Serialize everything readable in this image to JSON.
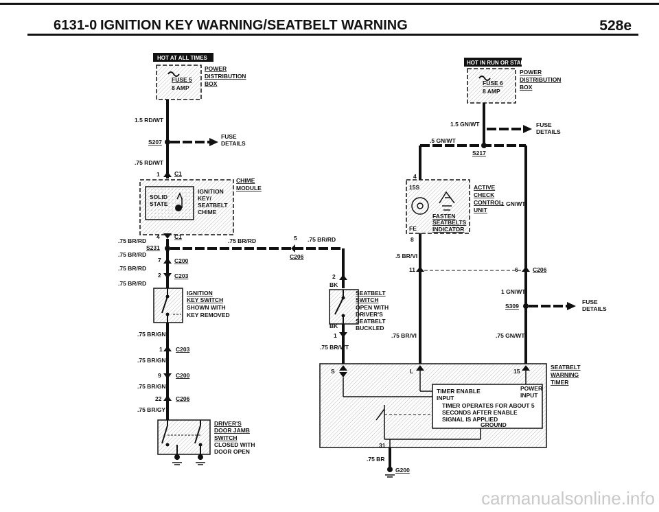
{
  "header": {
    "code": "6131-0",
    "title": "IGNITION KEY WARNING/SEATBELT WARNING",
    "model": "528e"
  },
  "labels": {
    "hot_always": "HOT AT ALL TIMES",
    "hot_run": "HOT IN RUN OR START",
    "fuse5": "FUSE 5",
    "fuse5_amp": "8 AMP",
    "fuse6": "FUSE 6",
    "fuse6_amp": "8 AMP",
    "power": "POWER",
    "distribution": "DISTRIBUTION",
    "box": "BOX",
    "w_15rdwt": "1.5 RD/WT",
    "s207": "S207",
    "fuse_details": "FUSE",
    "details": "DETAILS",
    "w_75rdwt": ".75 RD/WT",
    "pin1": "1",
    "c1": "C1",
    "chime": "CHIME",
    "module": "MODULE",
    "solid": "SOLID",
    "state": "STATE",
    "ign1": "IGNITION",
    "ign2": "KEY/",
    "ign3": "SEATBELT",
    "ign4": "CHIME",
    "pin4": "4",
    "c1b": "C1",
    "w_75brrd_a": ".75 BR/RD",
    "s231": "S231",
    "w_75brrd_b": ".75 BR/RD",
    "w_75brrd_c": ".75 BR/RD",
    "pin5": "5",
    "w_75brrd_d": ".75 BR/RD",
    "c206a": "C206",
    "w_75brrd_e": ".75 BR/RD",
    "pin7": "7",
    "c200a": "C200",
    "pin2a": "2",
    "c203a": "C203",
    "w_75brrd_f": ".75 BR/RD",
    "ignkey1": "IGNITION",
    "ignkey2": "KEY SWITCH",
    "ignkey3": "SHOWN WITH",
    "ignkey4": "KEY REMOVED",
    "w_75brgn_a": ".75 BR/GN",
    "pin1b": "1",
    "c203b": "C203",
    "w_75brgn_b": ".75 BR/GN",
    "pin9": "9",
    "c200b": "C200",
    "w_75brgn_c": ".75 BR/GN",
    "pin22": "22",
    "c206b": "C206",
    "w_75brgy": ".75 BR/GY",
    "door1": "DRIVER'S",
    "door2": "DOOR JAMB",
    "door3": "SWITCH",
    "door4": "CLOSED WITH",
    "door5": "DOOR OPEN",
    "pin2b": "2",
    "bk_a": "BK",
    "sb1": "SEATBELT",
    "sb2": "SWITCH",
    "sb3": "OPEN WITH",
    "sb4": "DRIVER'S",
    "sb5": "SEATBELT",
    "sb6": "BUCKLED",
    "bk_b": "BK",
    "pin1c": "1",
    "w_75brwt": ".75 BR/WT",
    "w_15gnwt": "1.5 GN/WT",
    "fuse_r": "FUSE",
    "details_r": "DETAILS",
    "w_5gnwt": ".5 GN/WT",
    "s217": "S217",
    "pin4b": "4",
    "i15s": "15S",
    "fasten": "FASTEN",
    "seatbelts": "SEATBELTS",
    "indicator": "INDICATOR",
    "i_fe": "FE",
    "ac1": "ACTIVE",
    "ac2": "CHECK",
    "ac3": "CONTROL",
    "ac4": "UNIT",
    "w_1gnwt_a": "1 GN/WT",
    "pin8": "8",
    "w_5brvi": ".5 BR/VI",
    "pin11": "11",
    "pin6": "6",
    "c206c": "C206",
    "w_1gnwt_b": "1 GN/WT",
    "s309": "S309",
    "fuse_r2": "FUSE",
    "details_r2": "DETAILS",
    "w_75brvi": ".75 BR/VI",
    "w_75gnwt": ".75 GN/WT",
    "t_s": "S",
    "t_l": "L",
    "t_15": "15",
    "timer1": "SEATBELT",
    "timer2": "WARNING",
    "timer3": "TIMER",
    "te1": "TIMER ENABLE",
    "te2": "INPUT",
    "pw1": "POWER",
    "pw2": "INPUT",
    "note1": "TIMER OPERATES FOR ABOUT 5",
    "note2": "SECONDS AFTER ENABLE",
    "note3": "SIGNAL IS APPLIED",
    "ground": "GROUND",
    "pin31": "31",
    "w_75br": ".75 BR",
    "g200": "G200"
  },
  "watermark": "carmanualsonline.info"
}
